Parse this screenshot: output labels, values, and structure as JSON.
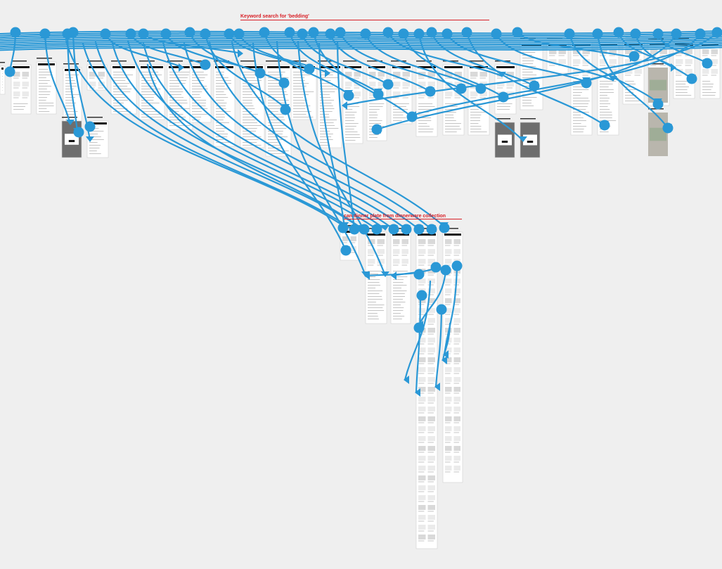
{
  "canvas": {
    "background": "#efefef",
    "frame_fill": "#ffffff",
    "frame_stroke": "#d0d0d0",
    "text_line": "#c4c4c4",
    "dark_block": "#111111",
    "gray_modal": "#6e6e6e",
    "note_red": "#d81f26",
    "photo_tone": "#9a9a9a",
    "green_badge": "#38c76a"
  },
  "connector": {
    "color": "#2a98d6",
    "node_color": "#2a98d6"
  },
  "sections": [
    {
      "id": "bedding",
      "title": "Keyword search for 'bedding'"
    },
    {
      "id": "dinner-plate",
      "title": "can dinner plate from dinnerware collection"
    }
  ]
}
